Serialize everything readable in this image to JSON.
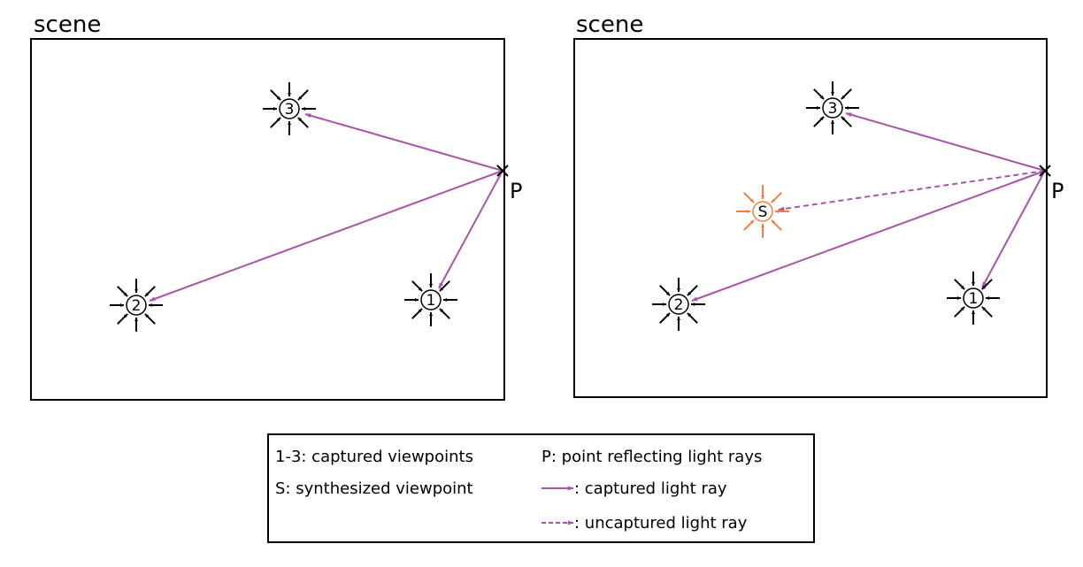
{
  "panels": {
    "left": {
      "title": "scene",
      "point_label": "P",
      "viewpoints": [
        "3",
        "2",
        "1"
      ]
    },
    "right": {
      "title": "scene",
      "point_label": "P",
      "viewpoints": [
        "3",
        "2",
        "1"
      ],
      "synth_label": "S"
    }
  },
  "legend": {
    "captured": "1-3: captured viewpoints",
    "synthesized": "S: synthesized viewpoint",
    "point": "P: point reflecting light rays",
    "captured_ray": ": captured light ray",
    "uncaptured_ray": ": uncaptured light ray"
  },
  "colors": {
    "ray": "#a855a8",
    "synthesized": "#f08040",
    "ink": "#000000"
  }
}
